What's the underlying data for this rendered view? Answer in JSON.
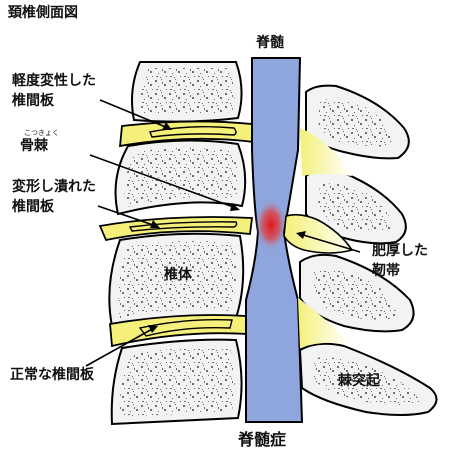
{
  "title": "頚椎側面図",
  "labels": {
    "spinal_cord": "脊髄",
    "disc_mild_line1": "軽度変性した",
    "disc_mild_line2": "椎間板",
    "osteophyte": "骨棘",
    "osteophyte_reading": "こつきょく",
    "disc_deformed_line1": "変形し潰れた",
    "disc_deformed_line2": "椎間板",
    "vertebral_body": "椎体",
    "ligament_line1": "肥厚した",
    "ligament_line2": "靭帯",
    "normal_disc": "正常な椎間板",
    "spinous_process": "棘突起",
    "myelopathy": "脊髄症"
  },
  "colors": {
    "bone_fill": "#f3f3f3",
    "bone_stipple": "#6f6f6f",
    "disc_fill": "#f4f07a",
    "spinal_cord": "#8ea6dd",
    "compression": "#e01818",
    "outline": "#000000"
  }
}
